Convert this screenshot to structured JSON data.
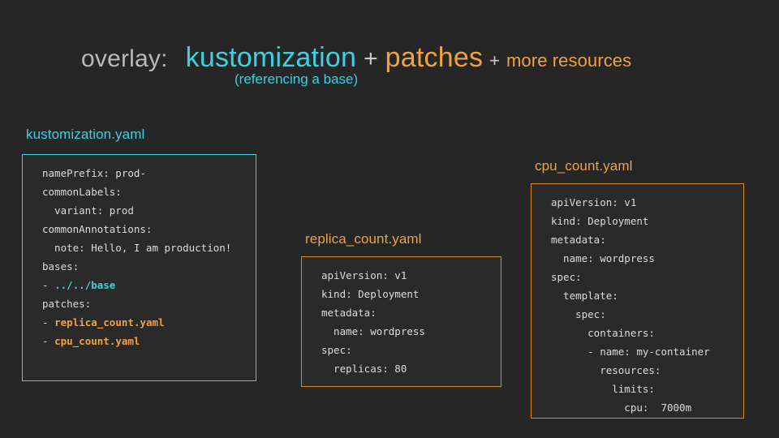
{
  "heading": {
    "overlay_label": "overlay:",
    "term1": "kustomization",
    "plus1": "+",
    "term2": "patches",
    "plus2": "+",
    "term3": "more resources",
    "subtitle": "(referencing a base)",
    "colors": {
      "overlay": "#b9b9b9",
      "cyan": "#3ed0e0",
      "orange": "#f0a23c",
      "plus": "#c9c9c9"
    }
  },
  "background_color": "#262626",
  "cards": [
    {
      "id": "kustomization",
      "title": "kustomization.yaml",
      "title_color": "#3ed0e0",
      "border_color": "#3ed0e0",
      "lines": [
        [
          {
            "text": "namePrefix: prod-",
            "style": "plain"
          }
        ],
        [
          {
            "text": "commonLabels:",
            "style": "plain"
          }
        ],
        [
          {
            "text": "  variant: prod",
            "style": "plain"
          }
        ],
        [
          {
            "text": "commonAnnotations:",
            "style": "plain"
          }
        ],
        [
          {
            "text": "  note: Hello, I am production!",
            "style": "plain"
          }
        ],
        [
          {
            "text": "bases:",
            "style": "plain"
          }
        ],
        [
          {
            "text": "- ",
            "style": "plain"
          },
          {
            "text": "../../base",
            "style": "cyan"
          }
        ],
        [
          {
            "text": "patches:",
            "style": "plain"
          }
        ],
        [
          {
            "text": "- ",
            "style": "plain"
          },
          {
            "text": "replica_count.yaml",
            "style": "orange"
          }
        ],
        [
          {
            "text": "- ",
            "style": "plain"
          },
          {
            "text": "cpu_count.yaml",
            "style": "orange"
          }
        ]
      ]
    },
    {
      "id": "replica",
      "title": "replica_count.yaml",
      "title_color": "#f0a23c",
      "border_color": "#d98b2b",
      "lines": [
        [
          {
            "text": "apiVersion: v1",
            "style": "plain"
          }
        ],
        [
          {
            "text": "kind: Deployment",
            "style": "plain"
          }
        ],
        [
          {
            "text": "metadata:",
            "style": "plain"
          }
        ],
        [
          {
            "text": "  name: wordpress",
            "style": "plain"
          }
        ],
        [
          {
            "text": "spec:",
            "style": "plain"
          }
        ],
        [
          {
            "text": "  replicas: 80",
            "style": "plain"
          }
        ]
      ]
    },
    {
      "id": "cpu",
      "title": "cpu_count.yaml",
      "title_color": "#f0a23c",
      "border_color": "#d98b2b",
      "lines": [
        [
          {
            "text": "apiVersion: v1",
            "style": "plain"
          }
        ],
        [
          {
            "text": "kind: Deployment",
            "style": "plain"
          }
        ],
        [
          {
            "text": "metadata:",
            "style": "plain"
          }
        ],
        [
          {
            "text": "  name: wordpress",
            "style": "plain"
          }
        ],
        [
          {
            "text": "spec:",
            "style": "plain"
          }
        ],
        [
          {
            "text": "  template:",
            "style": "plain"
          }
        ],
        [
          {
            "text": "    spec:",
            "style": "plain"
          }
        ],
        [
          {
            "text": "      containers:",
            "style": "plain"
          }
        ],
        [
          {
            "text": "      - name: my-container",
            "style": "plain"
          }
        ],
        [
          {
            "text": "        resources:",
            "style": "plain"
          }
        ],
        [
          {
            "text": "          limits:",
            "style": "plain"
          }
        ],
        [
          {
            "text": "            cpu:  7000m",
            "style": "plain"
          }
        ]
      ]
    }
  ]
}
